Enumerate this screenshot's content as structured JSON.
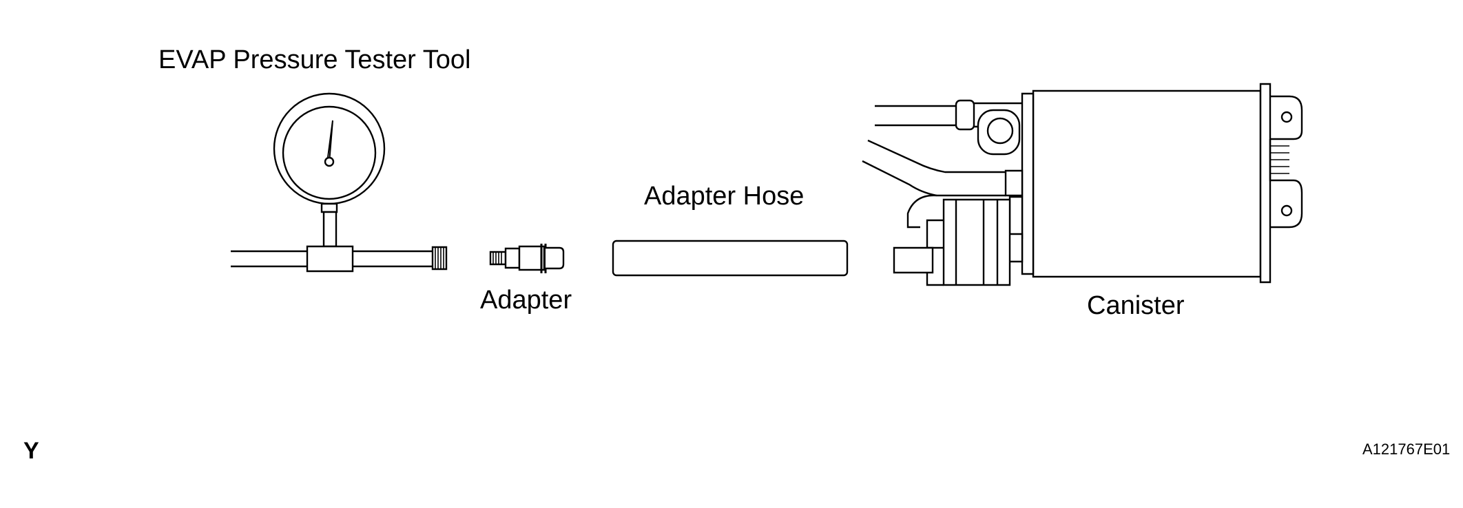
{
  "labels": {
    "tool": "EVAP Pressure Tester Tool",
    "adapter_hose": "Adapter Hose",
    "adapter": "Adapter",
    "canister": "Canister",
    "figure_code": "A121767E01",
    "corner_mark": "Y"
  },
  "icons": {
    "gauge": "pressure-gauge-icon",
    "adapter": "adapter-fitting-icon",
    "hose": "hose-icon",
    "canister": "canister-icon"
  },
  "colors": {
    "line": "#000000",
    "background": "#ffffff"
  }
}
